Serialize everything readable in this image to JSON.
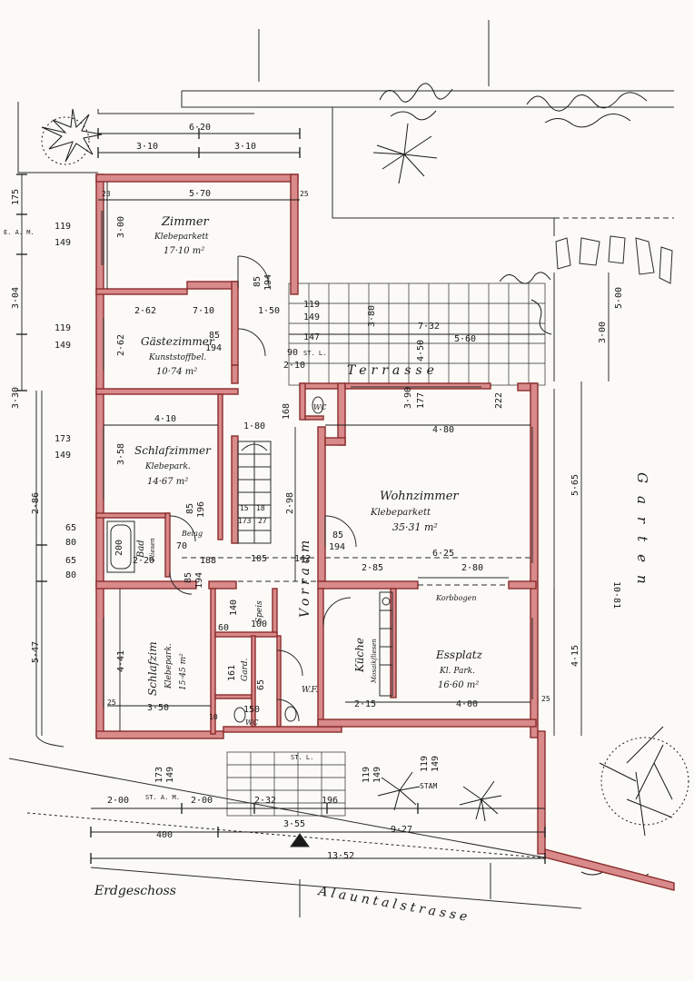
{
  "plan": {
    "floor_label": "Erdgeschoss",
    "street_label": "Alauntalstrasse",
    "garden_label": "Garten",
    "terrace_label": "Terrasse"
  },
  "rooms": {
    "zimmer": {
      "name": "Zimmer",
      "floor": "Klebeparkett",
      "area": "17·10 m²"
    },
    "gastezimmer": {
      "name": "Gästezimmer",
      "floor": "Kunststoffbel.",
      "area": "10·74 m²"
    },
    "schlafzimmer": {
      "name": "Schlafzimmer",
      "floor": "Klebepark.",
      "area": "14·67 m²"
    },
    "bad": {
      "name": "Bad",
      "floor": "Fliesen"
    },
    "wohnzimmer": {
      "name": "Wohnzimmer",
      "floor": "Klebeparkett",
      "area": "35·31 m²"
    },
    "vorraum": {
      "name": "Vorraum"
    },
    "schlafzim": {
      "name": "Schlafzim",
      "floor": "Klebepark.",
      "area": "15·45 m²"
    },
    "kuche": {
      "name": "Küche",
      "floor": "Mosaikfliesen"
    },
    "essplatz": {
      "name": "Essplatz",
      "floor": "Kl. Park.",
      "area": "16·60 m²"
    },
    "speis": {
      "name": "Speis"
    },
    "gard": {
      "name": "Gard."
    },
    "wc1": {
      "name": "WC"
    },
    "wc2": {
      "name": "WC"
    },
    "wf": {
      "name": "W.F."
    }
  },
  "labels": {
    "belag": "Belag",
    "korbbogen": "Korbbogen",
    "stam": "STAM",
    "st_a_m": "ST. A. M.",
    "e_a_m": "E. A. M.",
    "st_l": "ST. L."
  },
  "dims": {
    "top_620": "6·20",
    "top_310a": "3·10",
    "top_310b": "3·10",
    "z_570": "5·70",
    "z_300": "3·00",
    "left_175": "175",
    "left_304": "3·04",
    "left_119a": "119",
    "left_149a": "149",
    "left_119b": "119",
    "left_149b": "149",
    "left_330": "3·30",
    "left_173": "173",
    "left_149c": "149",
    "left_286": "2·86",
    "left_65a": "65",
    "left_80a": "80",
    "left_65b": "65",
    "left_80b": "80",
    "left_547": "5·47",
    "g_262": "2·62",
    "g_262v": "2·62",
    "g_710": "7·10",
    "g_150": "1·50",
    "door_85a": "85",
    "door_194a": "194",
    "door_85b": "85",
    "door_194b": "194",
    "mid_119": "119",
    "mid_149": "149",
    "mid_147": "147",
    "mid_90": "90",
    "mid_210": "2·10",
    "t_732": "7·32",
    "t_560": "5·60",
    "t_450": "4·50",
    "t_390": "3·90",
    "t_177": "177",
    "t_222": "222",
    "t_380": "3·80",
    "r_300": "3·00",
    "r_500": "5·00",
    "s_410": "4·10",
    "s_358": "3·58",
    "s_180": "1·80",
    "s_168": "168",
    "s_85": "85",
    "s_196": "196",
    "stair_15": "15",
    "stair_18": "18",
    "stair_173": "173",
    "stair_27": "27",
    "v_298": "2·98",
    "v_480": "4·80",
    "w_85": "85",
    "w_194": "194",
    "w_565": "5·65",
    "w_285": "2·85",
    "w_280": "2·80",
    "w_625": "6·25",
    "w_1081": "10·81",
    "b_200": "200",
    "b_220": "2·20",
    "b_188": "188",
    "b_105": "105",
    "b_142": "142",
    "b_85": "85",
    "b_194": "194",
    "b_70": "70",
    "k_140": "140",
    "k_100": "100",
    "k_60": "60",
    "k_161": "161",
    "k_150": "150",
    "k_65": "65",
    "s2_441": "4·41",
    "s2_350": "3·50",
    "k_215": "2·15",
    "e_400": "4·00",
    "e_415": "4·15",
    "bot_200a": "2·00",
    "bot_200b": "2·00",
    "bot_232": "2·32",
    "bot_196": "196",
    "bot_173": "173",
    "bot_149": "149",
    "bot_119a": "119",
    "bot_149b": "149",
    "bot_119c": "119",
    "bot_149c": "149",
    "bot_355": "3·55",
    "bot_400": "400",
    "bot_927": "9·27",
    "bot_1352": "13·52",
    "w25": "25",
    "w10": "10",
    "w23": "23"
  },
  "colors": {
    "wall_fill": "#d98a8a",
    "wall_stroke": "#8a2b2b",
    "ink": "#1a1a1a",
    "paper": "#fbfaf6"
  }
}
